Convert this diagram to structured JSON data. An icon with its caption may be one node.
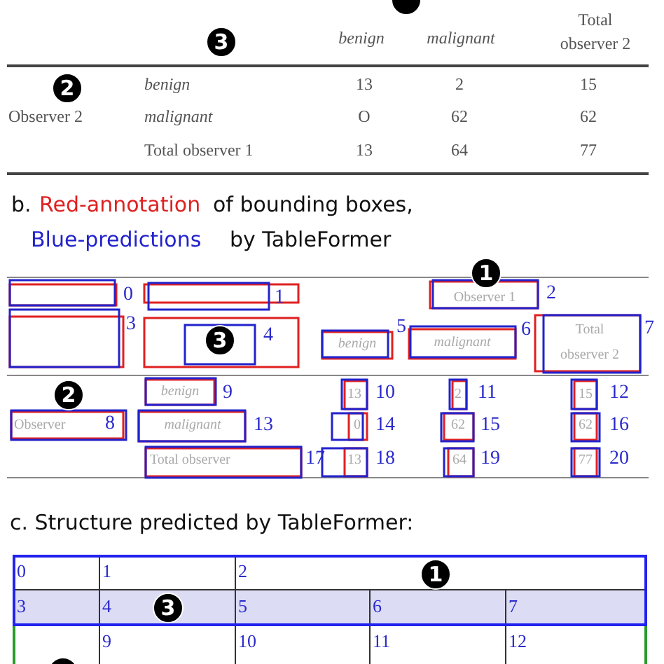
{
  "diagram": {
    "nodes": [
      {
        "text": [],
        "shape": "circle"
      },
      {
        "text": [
          "3"
        ]
      },
      {
        "text": [
          "2"
        ]
      },
      {
        "text": [
          "1"
        ]
      },
      {
        "text": [
          "3"
        ]
      },
      {
        "text": [
          "2"
        ]
      },
      {
        "text": [
          "1"
        ]
      },
      {
        "text": [
          "3"
        ]
      },
      {
        "text": [],
        "shape": "circle"
      }
    ],
    "labels": [
      "benign",
      "malignant",
      "Total observer 2",
      "benign",
      "13",
      "2",
      "15",
      "Observer 2",
      "malignant",
      "O",
      "62",
      "62",
      "Total observer 1",
      "13",
      "64",
      "77",
      "b.",
      "Red-annotation",
      "of bounding boxes,",
      "Blue-predictions",
      "by TableFormer",
      "0",
      "1",
      "Observer 1",
      "2",
      "3",
      "4",
      "benign",
      "5",
      "malignant",
      "6",
      "Total observer 2",
      "7",
      "benign",
      "9",
      "13",
      "10",
      "2",
      "11",
      "15",
      "12",
      "Observer",
      "8",
      "malignant",
      "13",
      "0",
      "14",
      "62",
      "15",
      "62",
      "16",
      "Total observer",
      "17",
      "13",
      "18",
      "64",
      "19",
      "77",
      "20",
      "c. Structure predicted by TableFormer:",
      "0",
      "1",
      "2",
      "3",
      "4",
      "5",
      "6",
      "7",
      "9",
      "10",
      "11",
      "12"
    ]
  }
}
